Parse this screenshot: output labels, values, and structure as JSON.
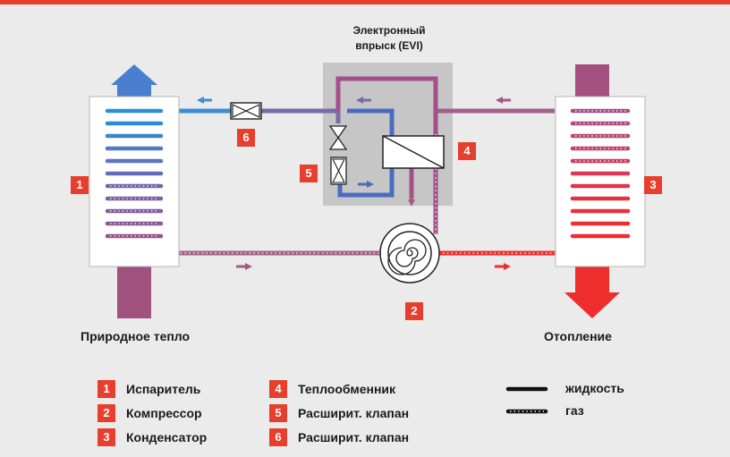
{
  "labels": {
    "evi": "Электронный впрыск (EVI)",
    "natural_heat": "Природное тепло",
    "heating": "Отопление"
  },
  "numbers": [
    "1",
    "2",
    "3",
    "4",
    "5",
    "6"
  ],
  "legend": {
    "components": [
      {
        "num": "1",
        "label": "Испаритель"
      },
      {
        "num": "2",
        "label": "Компрессор"
      },
      {
        "num": "3",
        "label": "Конденсатор"
      },
      {
        "num": "4",
        "label": "Теплообменник"
      },
      {
        "num": "5",
        "label": "Расширит. клапан"
      },
      {
        "num": "6",
        "label": "Расширит. клапан"
      }
    ],
    "line_types": {
      "liquid": "жидкость",
      "gas": "газ"
    }
  },
  "colors": {
    "accent": "#e83e2d",
    "cold_blue": "#3a8fd6",
    "mid_purple": "#7a6aa8",
    "warm_mauve": "#a35a82",
    "hot_red": "#e8353b",
    "evi_box": "#c6c6c6"
  }
}
